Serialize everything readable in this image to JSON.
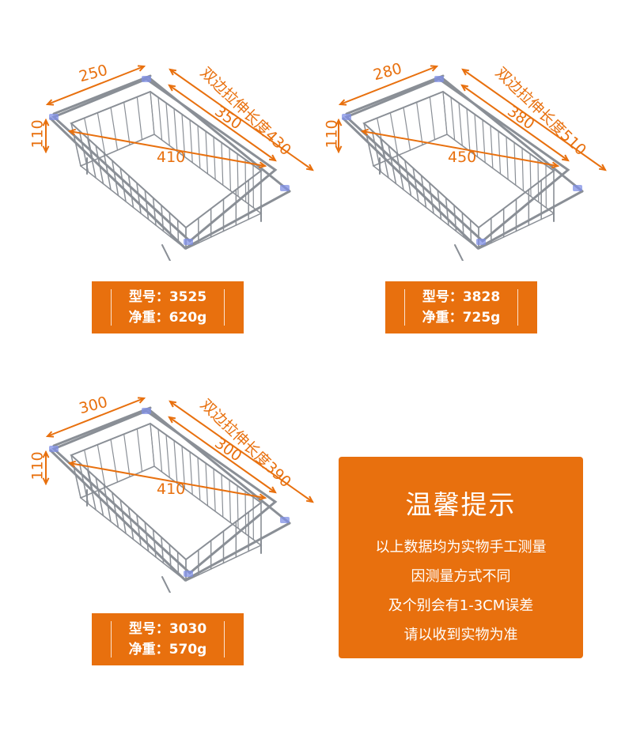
{
  "products": [
    {
      "id": "p1",
      "dims": {
        "width": "250",
        "height": "110",
        "length": "350",
        "diagonal": "410",
        "stretch": "双边拉伸长度430"
      },
      "model_label": "型号：",
      "model_value": "3525",
      "weight_label": "净重：",
      "weight_value": "620g"
    },
    {
      "id": "p2",
      "dims": {
        "width": "280",
        "height": "110",
        "length": "380",
        "diagonal": "450",
        "stretch": "双边拉伸长度510"
      },
      "model_label": "型号：",
      "model_value": "3828",
      "weight_label": "净重：",
      "weight_value": "725g"
    },
    {
      "id": "p3",
      "dims": {
        "width": "300",
        "height": "110",
        "length": "300",
        "diagonal": "410",
        "stretch": "双边拉伸长度390"
      },
      "model_label": "型号：",
      "model_value": "3030",
      "weight_label": "净重：",
      "weight_value": "570g"
    }
  ],
  "tip": {
    "title": "温馨提示",
    "lines": [
      "以上数据均为实物手工测量",
      "因测量方式不同",
      "及个别会有1-3CM误差",
      "请以收到实物为准"
    ]
  },
  "colors": {
    "accent": "#e8700e",
    "steel": "#8a8f96",
    "foot": "#7f8fe6"
  }
}
